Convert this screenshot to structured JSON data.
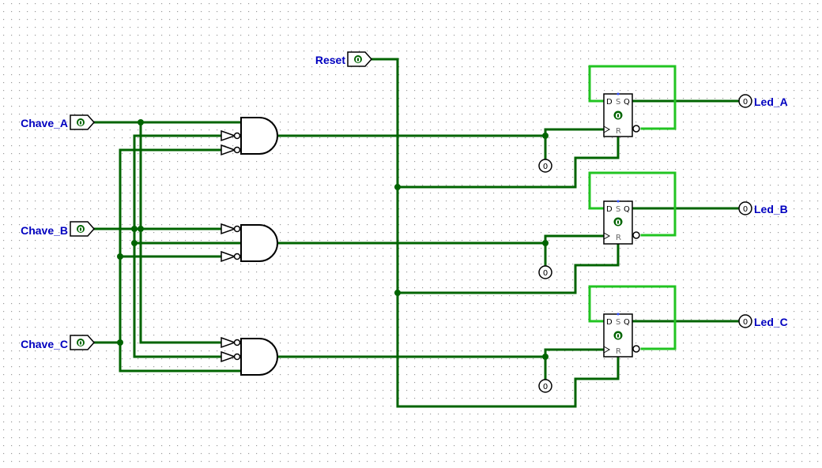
{
  "circuit": {
    "inputs": [
      {
        "label": "Chave_A",
        "value": "0"
      },
      {
        "label": "Chave_B",
        "value": "0"
      },
      {
        "label": "Chave_C",
        "value": "0"
      }
    ],
    "reset": {
      "label": "Reset",
      "value": "0"
    },
    "outputs": [
      {
        "label": "Led_A",
        "value": "0"
      },
      {
        "label": "Led_B",
        "value": "0"
      },
      {
        "label": "Led_C",
        "value": "0"
      }
    ],
    "flipflop": {
      "d": "D",
      "s": "S",
      "q": "Q",
      "r": "R",
      "state": "0"
    },
    "constants": [
      "0",
      "0",
      "0"
    ]
  },
  "colors": {
    "wire_dark": "#006400",
    "wire_light": "#22c422",
    "label": "#0000c0",
    "grid_dot": "#9a9a9a"
  }
}
